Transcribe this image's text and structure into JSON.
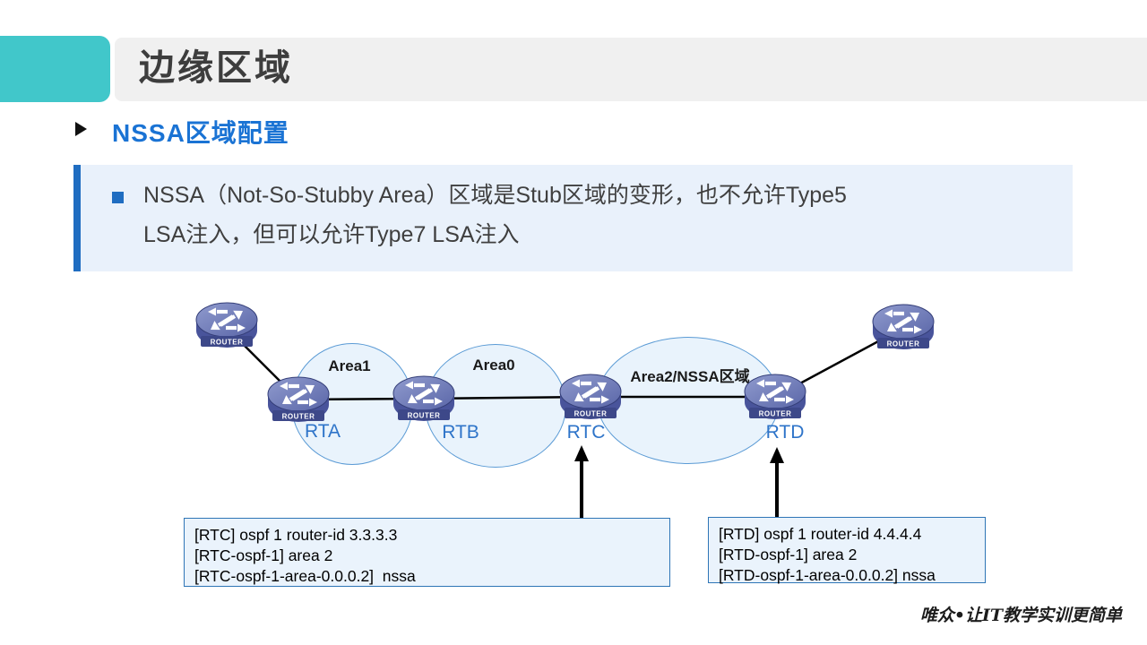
{
  "slide": {
    "header": {
      "title": "边缘区域"
    },
    "section": {
      "title": "NSSA区域配置"
    },
    "bullet_box": {
      "lines": [
        "NSSA（Not-So-Stubby Area）区域是Stub区域的变形，也不允许Type5",
        "LSA注入，但可以允许Type7 LSA注入"
      ]
    }
  },
  "diagram": {
    "router_badge": "ROUTER",
    "areas": [
      {
        "label": "Area1"
      },
      {
        "label": "Area0"
      },
      {
        "label": "Area2/NSSA区域"
      }
    ],
    "routers": [
      {
        "name": "RTA"
      },
      {
        "name": "RTB"
      },
      {
        "name": "RTC"
      },
      {
        "name": "RTD"
      }
    ],
    "config_boxes": [
      {
        "lines": [
          "[RTC] ospf 1 router-id 3.3.3.3",
          "[RTC-ospf-1] area 2",
          "[RTC-ospf-1-area-0.0.0.2]  nssa"
        ]
      },
      {
        "lines": [
          "[RTD] ospf 1 router-id 4.4.4.4",
          "[RTD-ospf-1] area 2",
          "[RTD-ospf-1-area-0.0.0.2] nssa"
        ]
      }
    ]
  },
  "footer": {
    "watermark": "唯众•让IT教学实训更简单"
  },
  "colors": {
    "accent_teal": "#41c7ca",
    "header_bar_gray": "#f0f0f0",
    "section_blue": "#1a73d4",
    "bullet_bar_blue": "#1f6dc1",
    "bullet_box_fill": "#e9f1fb",
    "area_border_blue": "#5b9bd5",
    "area_fill_blue": "#e4f0fb",
    "router_purple": "#5f6caf",
    "router_name_blue": "#2e74c9",
    "config_border_blue": "#2e75b6",
    "link_black": "#000000"
  }
}
